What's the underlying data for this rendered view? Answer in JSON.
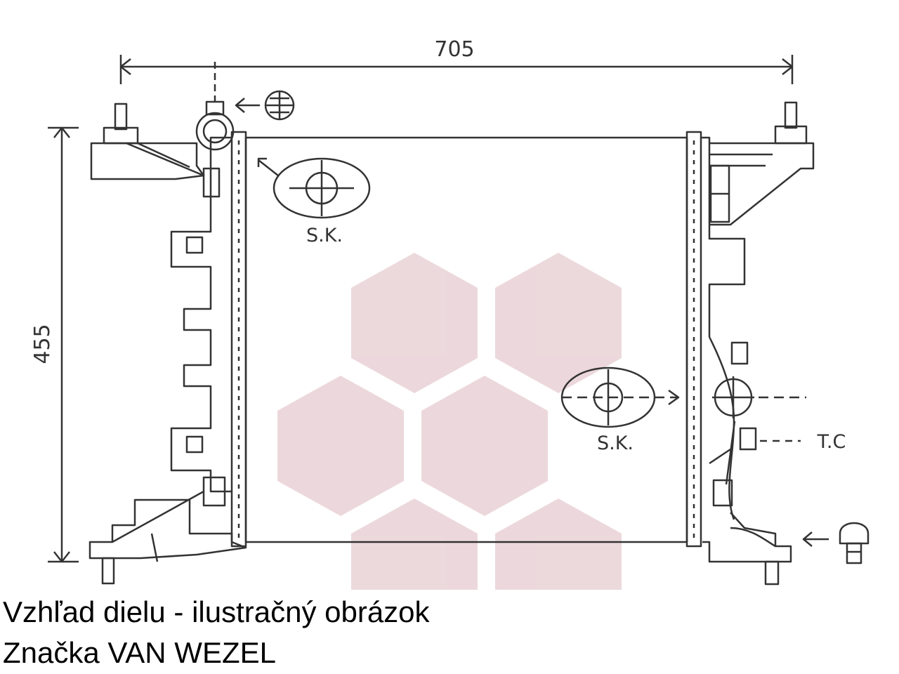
{
  "diagram": {
    "width_dimension": "705",
    "height_dimension": "455",
    "callouts": {
      "drain_plug_top": "S.K.",
      "drain_plug_right": "S.K.",
      "temperature_sensor": "T.C"
    },
    "colors": {
      "line": "#333333",
      "watermark": "#e9d2d6"
    }
  },
  "caption": {
    "line1": "Vzhľad dielu - ilustračný obrázok",
    "line2": "Značka VAN WEZEL"
  }
}
